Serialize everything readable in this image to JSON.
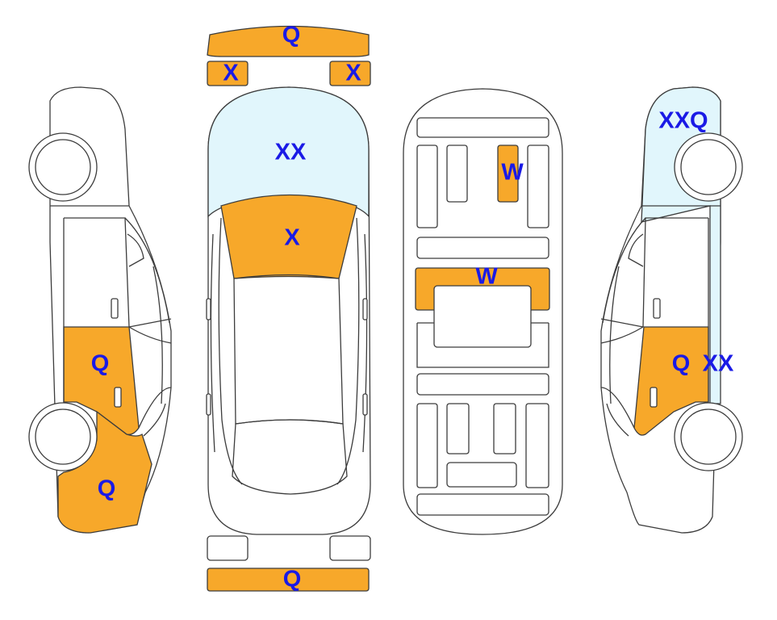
{
  "colors": {
    "damage": "#F7A82A",
    "glass": "#E1F6FC",
    "outline": "#3C3C3C",
    "label": "#1A1AE6"
  },
  "labels": {
    "front_bumper": "Q",
    "headlight_left": "X",
    "headlight_right": "X",
    "windshield": "XX",
    "hood": "X",
    "roof_top": "W",
    "roof_middle": "W",
    "left_door": "Q",
    "left_quarter": "Q",
    "right_glass": "XXQ",
    "right_door": "Q",
    "right_pillar": "XX",
    "rear_bumper": "Q"
  }
}
